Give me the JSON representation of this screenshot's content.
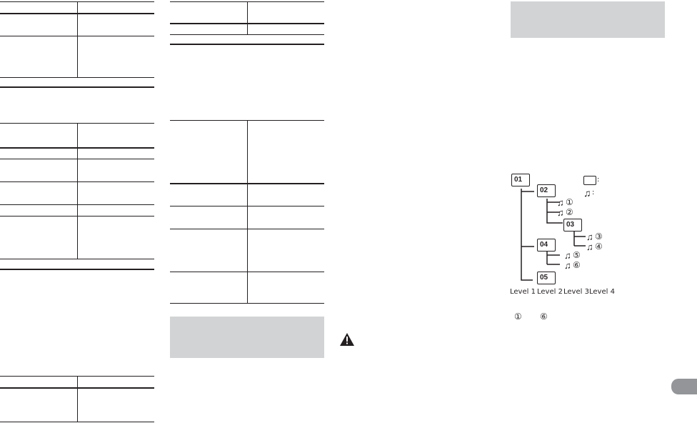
{
  "diagram": {
    "folders": [
      "01",
      "02",
      "03",
      "04",
      "05"
    ],
    "tracks": [
      "①",
      "②",
      "③",
      "④",
      "⑤",
      "⑥"
    ],
    "levels": [
      "Level 1",
      "Level 2",
      "Level 3",
      "Level 4"
    ],
    "legend_folder_suffix": ":",
    "legend_file_suffix": ":"
  },
  "footnote": {
    "first": "①",
    "last": "⑥"
  },
  "icons": [
    "folder-icon",
    "music-note-icon",
    "warning-icon"
  ],
  "colors": {
    "ink": "#231f20",
    "gray_box": "#d1d3d4",
    "tab": "#939598"
  }
}
